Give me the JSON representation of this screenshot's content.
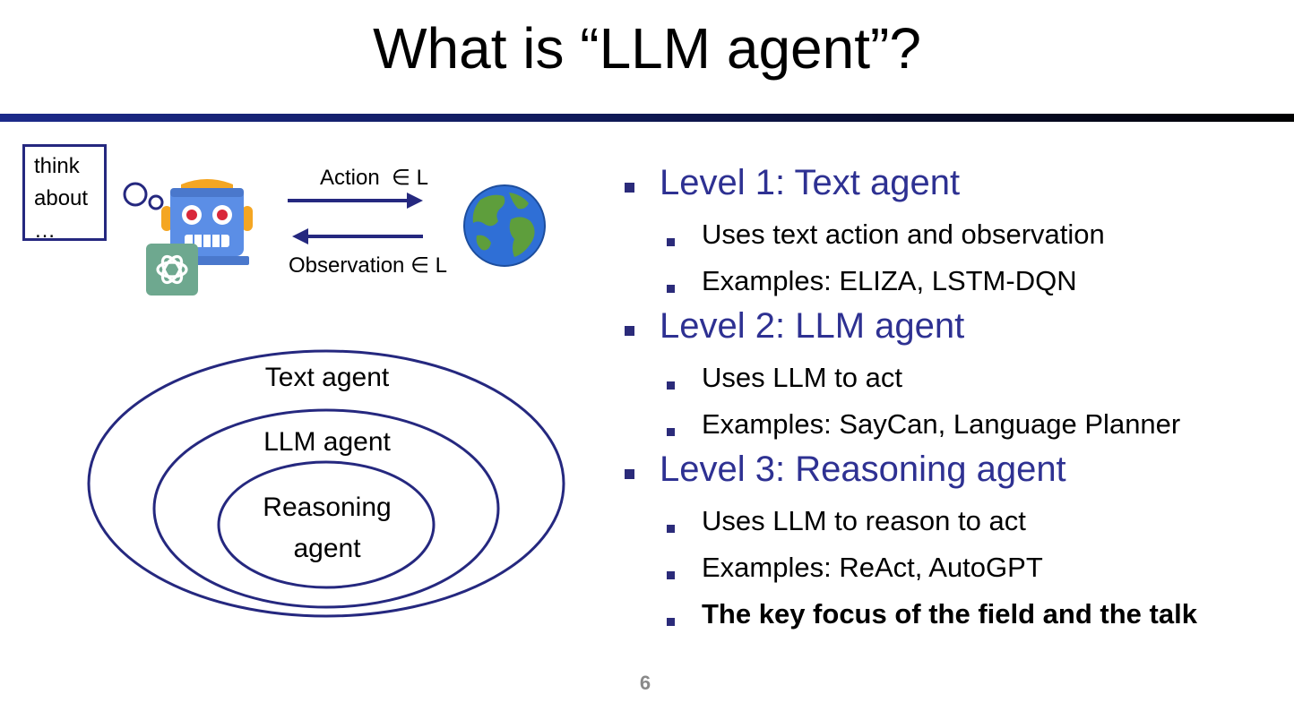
{
  "title": "What is “LLM agent”?",
  "diagram": {
    "think_bubble": "think\nabout\n…",
    "action_label": "Action  ∈ L",
    "observation_label": "Observation ∈ L",
    "icons": [
      "robot-icon",
      "openai-logo-icon",
      "thought-bubble-icon",
      "earth-globe-icon"
    ],
    "venn": {
      "outer": "Text agent",
      "middle": "LLM agent",
      "inner": "Reasoning\nagent"
    }
  },
  "levels": [
    {
      "heading": "Level 1: Text agent",
      "items": [
        "Uses text action and observation",
        "Examples: ELIZA, LSTM-DQN"
      ]
    },
    {
      "heading": "Level 2: LLM agent",
      "items": [
        "Uses LLM to act",
        "Examples: SayCan, Language Planner"
      ]
    },
    {
      "heading": "Level 3: Reasoning agent",
      "items": [
        "Uses LLM to reason to act",
        "Examples: ReAct, AutoGPT",
        "The key focus of the field and the talk"
      ]
    }
  ],
  "page_number": "6",
  "colors": {
    "heading_blue": "#2e3192",
    "outline_navy": "#25287f",
    "page_number_gray": "#8a8a8a"
  }
}
